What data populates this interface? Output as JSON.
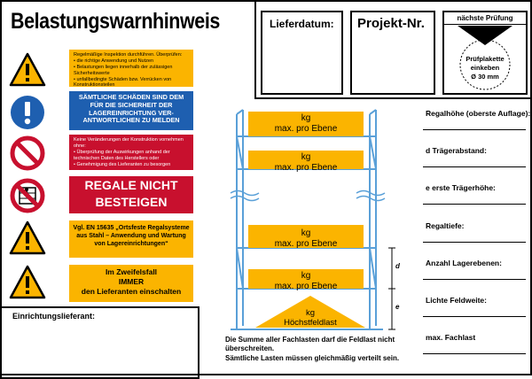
{
  "title": "Belastungswarnhinweis",
  "header_boxes": {
    "delivery_date": "Lieferdatum:",
    "project_number": "Projekt-Nr.",
    "next_inspection": "nächste Prüfung",
    "sticker_text": [
      "Prüfplakette",
      "einkeben",
      "Ø 30 mm"
    ]
  },
  "panels": {
    "inspection": {
      "heading": "Regelmäßige Inspektion durchführen. Überprüfen:",
      "items": [
        "die richtige Anwendung und Nutzen",
        "Belastungen liegen innerhalb der zulässigen Sicherheitswerte",
        "unfallbedingte Schäden bzw. Verrücken von Konstruktionsteilen"
      ]
    },
    "damage": "SÄMTLICHE SCHÄDEN SIND DEM FÜR DIE SICHERHEIT DER LAGEREINRICHTUNG VER-ANTWORTLICHEN ZU MELDEN",
    "changes": {
      "heading": "Keine Veränderungen der Konstruktion vornehmen ohne:",
      "items": [
        "Überprüfung der Auswirkungen anhand der technischen Daten des Herstellers oder",
        "Genehmigung des Lieferanten zu besorgen"
      ]
    },
    "no_climb": [
      "REGALE NICHT",
      "BESTEIGEN"
    ],
    "standard": "Vgl. EN 15635 „Ortsfeste Regalsysteme aus Stahl – Anwendung und Wartung von Lagereinrichtungen“",
    "doubt": [
      "Im Zweifelsfall",
      "IMMER",
      "den Lieferanten einschalten"
    ]
  },
  "supplier_label": "Einrichtungslieferant:",
  "loads": {
    "level_line1": "kg",
    "level_line2": "max. pro Ebene",
    "field_line1": "kg",
    "field_line2": "Höchstfeldlast"
  },
  "dimension_letters": {
    "d": "d",
    "e": "e"
  },
  "footer_note": [
    "Die Summe aller Fachlasten darf die Feldlast nicht",
    "überschreiten.",
    "Sämtliche Lasten müssen gleichmäßig verteilt sein."
  ],
  "specs": [
    "Regalhöhe (oberste Auflage):",
    "d Trägerabstand:",
    "e erste Trägerhöhe:",
    "Regaltiefe:",
    "Anzahl Lagerebenen:",
    "Lichte Feldweite:",
    "max. Fachlast"
  ],
  "colors": {
    "yellow": "#fbb400",
    "blue": "#1e5fb0",
    "red": "#c8102e",
    "rack_blue": "#5aa0d8"
  },
  "icons": [
    "warning-triangle-icon",
    "mandatory-info-icon",
    "prohibition-icon",
    "no-climbing-icon",
    "warning-triangle-icon",
    "warning-triangle-icon"
  ]
}
